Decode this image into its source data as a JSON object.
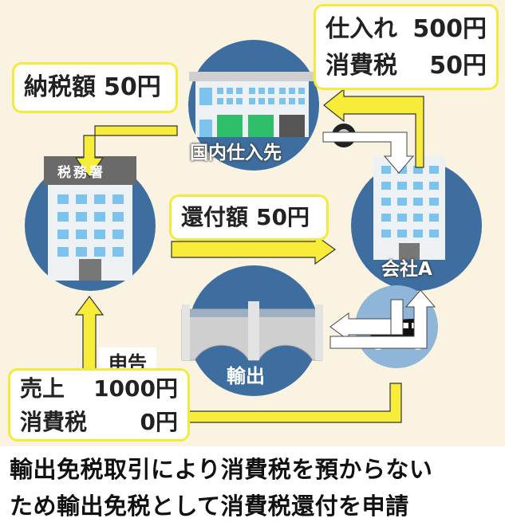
{
  "nodes": {
    "supplier": "国内仕入先",
    "tax_office": "税務署",
    "company": "会社A",
    "export": "輸出"
  },
  "boxes": {
    "purchase": {
      "line1_label": "仕入れ",
      "line1_value": "500円",
      "line2_label": "消費税",
      "line2_value": "50円"
    },
    "tax_paid": {
      "label": "納税額",
      "value": "50円"
    },
    "refund": {
      "label": "還付額",
      "value": "50円"
    },
    "sales": {
      "line1_label": "売上",
      "line1_value": "1000円",
      "line2_label": "消費税",
      "line2_value": "0円"
    }
  },
  "declaration_label": "申告",
  "caption": {
    "line1": "輸出免税取引により消費税を預からない",
    "line2": "ため輸出免税として消費税還付を申請"
  },
  "colors": {
    "circle": "#3d6e9f",
    "light_circle": "#8fb6d8",
    "arrow_yellow": "#f7ec3a",
    "background": "#faf3e2"
  }
}
